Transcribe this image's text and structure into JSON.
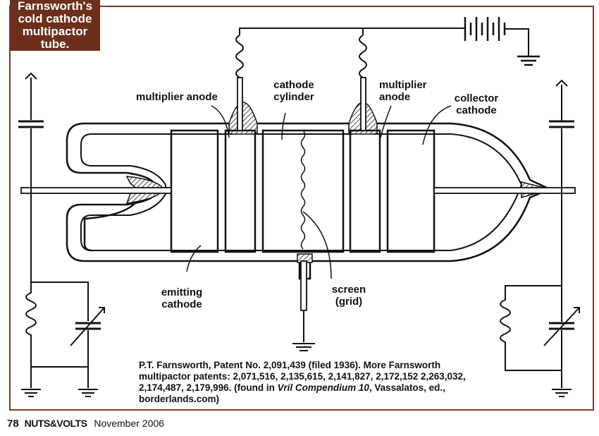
{
  "title_box": {
    "lines": [
      "Farnsworth's",
      "cold cathode",
      "multipactor",
      "tube."
    ]
  },
  "labels": {
    "multiplier_anode_left": "multiplier anode",
    "cathode_cylinder_l1": "cathode",
    "cathode_cylinder_l2": "cylinder",
    "multiplier_anode_right_l1": "multiplier",
    "multiplier_anode_right_l2": "anode",
    "collector_cathode_l1": "collector",
    "collector_cathode_l2": "cathode",
    "emitting_cathode_l1": "emitting",
    "emitting_cathode_l2": "cathode",
    "screen_l1": "screen",
    "screen_l2": "(grid)"
  },
  "caption": {
    "part1": "P.T. Farnsworth, Patent No. 2,091,439 (filed 1936). More Farnsworth multipactor patents: 2,071,516, 2,135,615, 2,141,827, 2,172,152 2,263,032, 2,174,487, 2,179,996. (found in ",
    "italic": "Vril Compendium 10",
    "part2": ", Vassalatos, ed., borderlands.com)"
  },
  "footer": {
    "page_number": "78",
    "magazine": "NUTS&VOLTS",
    "issue": "November 2006"
  },
  "colors": {
    "title_bg": "#6b2f1c",
    "frame": "#7a3a22",
    "ink": "#111111"
  }
}
